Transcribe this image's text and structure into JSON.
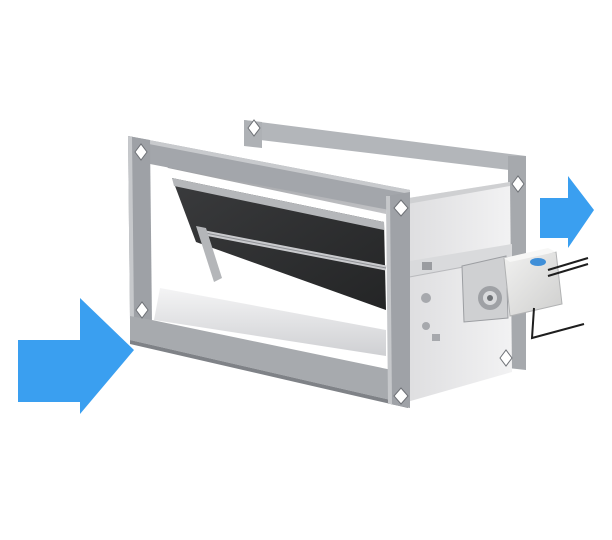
{
  "scene": {
    "subject": "rectangular-duct-damper",
    "colors": {
      "background": "#ffffff",
      "arrow": "#3a9ff0",
      "frame": "#a4a7ac",
      "frame_light": "#c4c6ca",
      "frame_dark": "#7d8086",
      "sleeve_light": "#e9e9ea",
      "sleeve_mid": "#d2d3d5",
      "blade": "#2e2f31",
      "corner_clip": "#ffffff",
      "actuator": "#e7e7e6",
      "actuator_knob": "#3f8fd8",
      "cable": "#1e1e1e"
    },
    "icons": [
      "airflow-in-arrow",
      "airflow-out-arrow",
      "actuator-icon"
    ]
  }
}
